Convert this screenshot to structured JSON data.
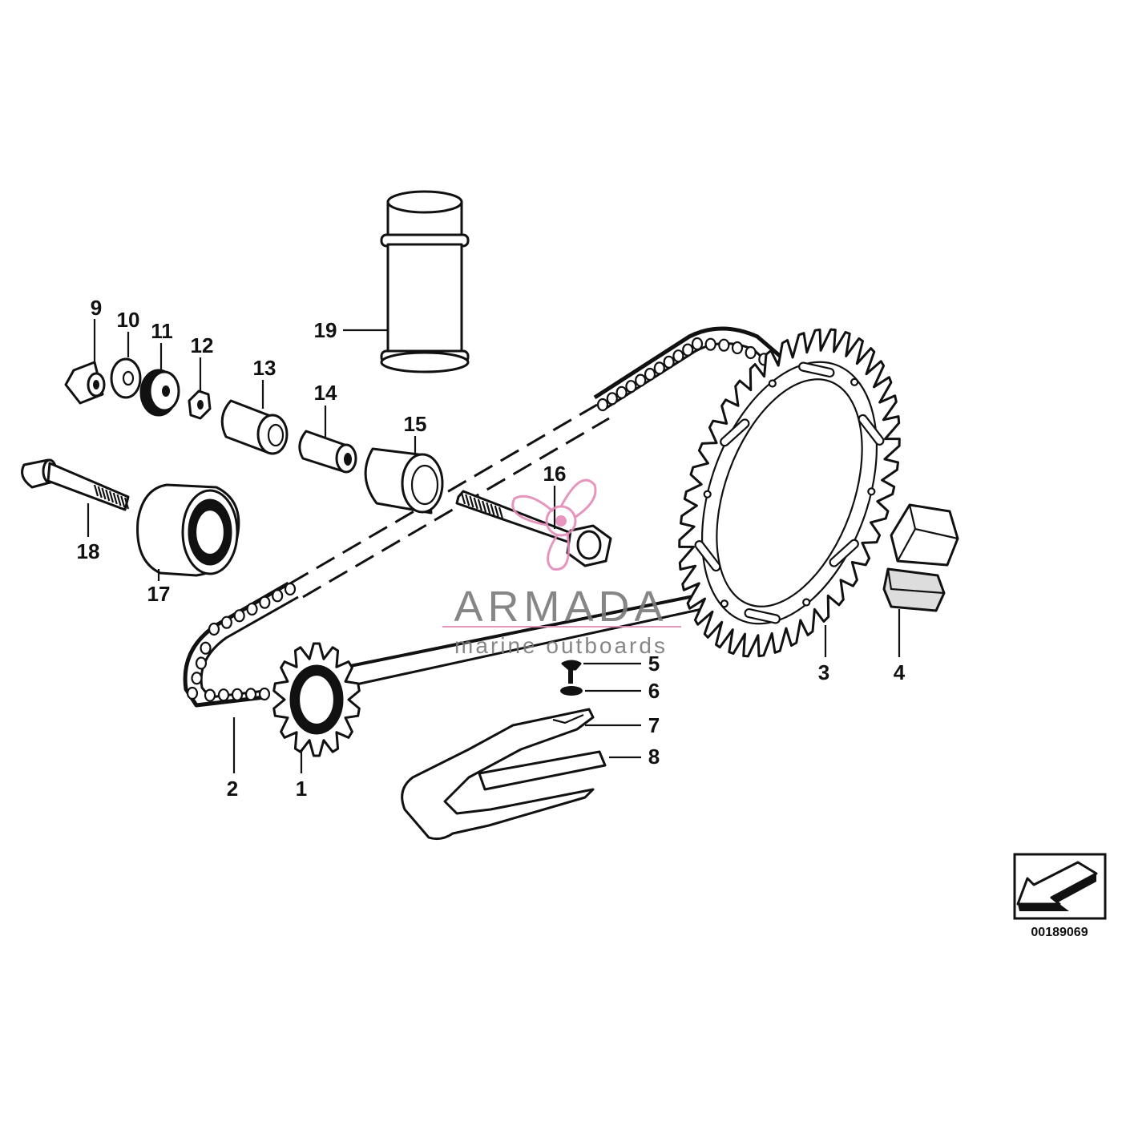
{
  "diagram": {
    "callouts": [
      "1",
      "2",
      "3",
      "4",
      "5",
      "6",
      "7",
      "8",
      "9",
      "10",
      "11",
      "12",
      "13",
      "14",
      "15",
      "16",
      "17",
      "18",
      "19"
    ],
    "drawing_number": "00189069"
  },
  "watermark": {
    "brand": "ARMADA",
    "tagline": "marine outboards",
    "logo_icon": "propeller-icon",
    "logo_color": "#e48ab8",
    "text_color": "#7a7a7a"
  },
  "orientation_symbol": {
    "icon": "direction-arrow-icon"
  }
}
